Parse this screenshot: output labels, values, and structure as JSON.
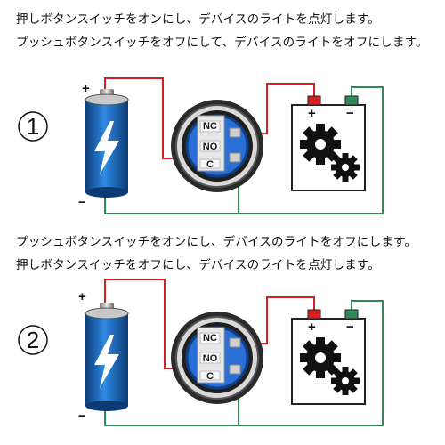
{
  "panel1": {
    "line1": "押しボタンスイッチをオンにし、デバイスのライトを点灯します。",
    "line2": "プッシュボタンスイッチをオフにして、デバイスのライトをオフにします。",
    "number": "1",
    "switch_labels": [
      "NC",
      "NO",
      "C"
    ],
    "battery_plus": "+",
    "battery_minus": "−",
    "device_plus": "+",
    "device_minus": "−"
  },
  "panel2": {
    "line1": "プッシュボタンスイッチをオンにし、デバイスのライトをオフにします。",
    "line2": "押しボタンスイッチをオフにし、デバイスのライトを点灯します。",
    "number": "2",
    "switch_labels": [
      "NC",
      "NO",
      "C"
    ],
    "battery_plus": "+",
    "battery_minus": "−",
    "device_plus": "+",
    "device_minus": "−"
  },
  "colors": {
    "wire_red": "#d42020",
    "wire_green": "#2e8b57",
    "battery_blue": "#1e73c8",
    "switch_blue": "#2a6fd6"
  },
  "icons": [
    "battery-icon",
    "lightning-icon",
    "gear-icon",
    "push-button-switch-icon"
  ]
}
